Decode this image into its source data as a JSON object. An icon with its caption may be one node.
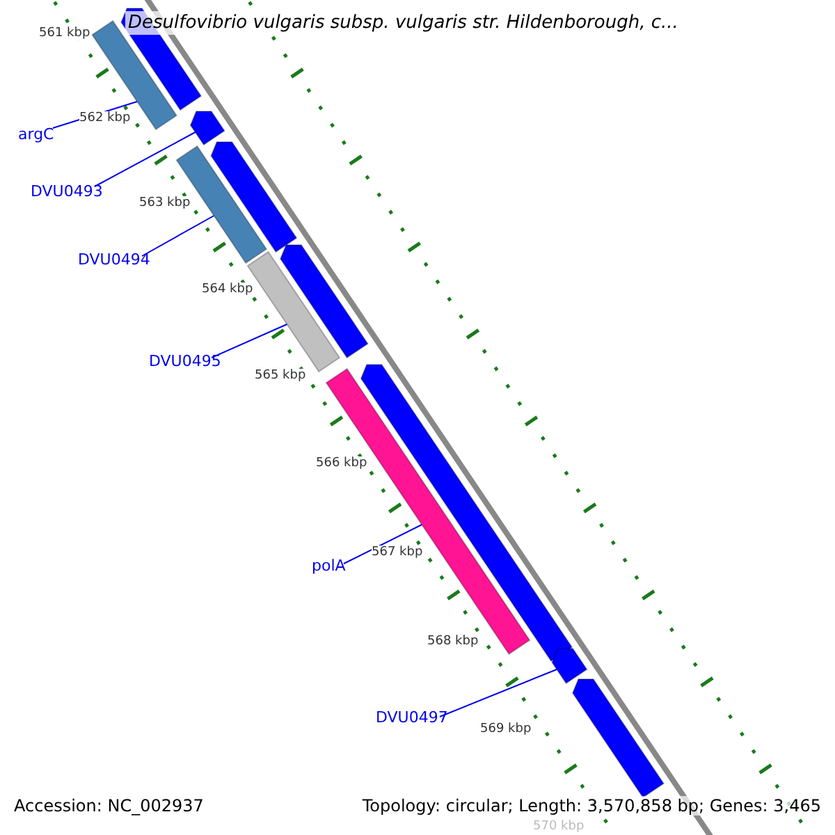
{
  "diagram": {
    "title": "Desulfovibrio vulgaris subsp. vulgaris str. Hildenborough, c...",
    "nodes": [
      {
        "text": [],
        "shape": "bar"
      },
      {
        "text": [],
        "shape": "bar"
      },
      {
        "text": [
          "argC"
        ]
      },
      {
        "text": [],
        "shape": "bar"
      },
      {
        "text": [],
        "shape": "bar"
      },
      {
        "text": [],
        "shape": "bar"
      },
      {
        "text": [
          "DVU0493"
        ]
      },
      {
        "text": [
          "DVU0494"
        ]
      },
      {
        "text": [],
        "shape": "bar"
      },
      {
        "text": [],
        "shape": "bar"
      },
      {
        "text": [
          "DVU0495"
        ]
      },
      {
        "text": [],
        "shape": "bar"
      },
      {
        "text": [],
        "shape": "bar"
      },
      {
        "text": [
          "polA"
        ]
      },
      {
        "text": [],
        "shape": "bar"
      },
      {
        "text": [],
        "shape": "bar"
      },
      {
        "text": [
          "DVU0497"
        ]
      }
    ],
    "edges": [
      {
        "from": 2,
        "to": 1,
        "arrow": "none"
      },
      {
        "from": 6,
        "to": 3,
        "arrow": "none"
      },
      {
        "from": 7,
        "to": 5,
        "arrow": "none"
      },
      {
        "from": 10,
        "to": 9,
        "arrow": "none"
      },
      {
        "from": 13,
        "to": 12,
        "arrow": "none"
      },
      {
        "from": 16,
        "to": 14,
        "arrow": "none"
      }
    ],
    "labels": [
      "561 kbp",
      "562 kbp",
      "563 kbp",
      "564 kbp",
      "565 kbp",
      "566 kbp",
      "567 kbp",
      "568 kbp",
      "569 kbp",
      "570 kbp",
      "Accession: NC_002937",
      "Topology: circular; Length: 3,570,858 bp; Genes: 3,465"
    ]
  }
}
